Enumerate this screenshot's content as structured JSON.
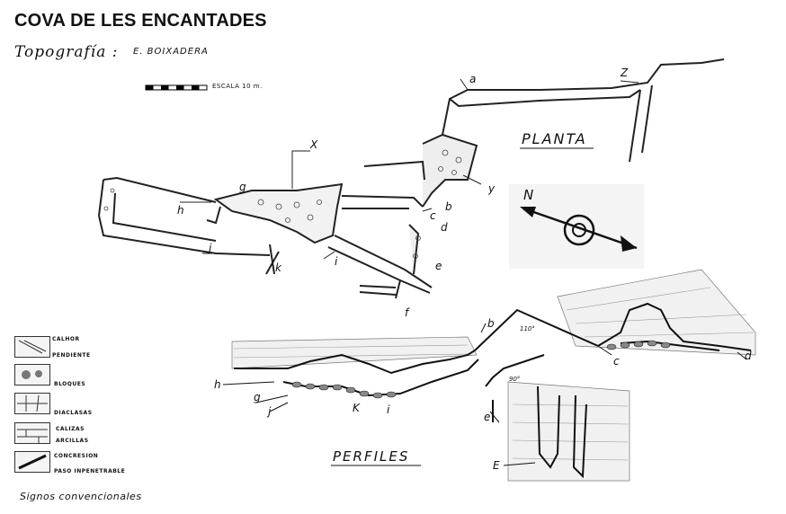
{
  "title": "COVA DE LES ENCANTADES",
  "topografia_label": "Topografía :",
  "author": "E. BOIXADERA",
  "scale_label": "ESCALA  10 m.",
  "plan_label": "PLANTA",
  "profiles_label": "PERFILES",
  "north_label": "N",
  "plan_letters": [
    "a",
    "Z",
    "X",
    "y",
    "g",
    "h",
    "b",
    "c",
    "d",
    "e",
    "j",
    "k",
    "i",
    "f"
  ],
  "profile_letters": [
    "b",
    "c",
    "d",
    "h",
    "g",
    "j",
    "K",
    "i",
    "e",
    "E"
  ],
  "angle_labels": [
    "110°",
    "90°"
  ],
  "legend": [
    {
      "icon": "slope-icon",
      "lines": [
        "CALHOR",
        "PENDIENTE"
      ]
    },
    {
      "icon": "blocks-icon",
      "lines": [
        "BLOQUES"
      ]
    },
    {
      "icon": "joints-icon",
      "lines": [
        "DIACLASAS"
      ]
    },
    {
      "icon": "limestone-icon",
      "lines": [
        "CALIZAS",
        "ARCILLAS"
      ]
    },
    {
      "icon": "concretion-icon",
      "lines": [
        "CONCRESION",
        "PASO INPENETRABLE"
      ]
    }
  ],
  "legend_title": "Signos convencionales"
}
